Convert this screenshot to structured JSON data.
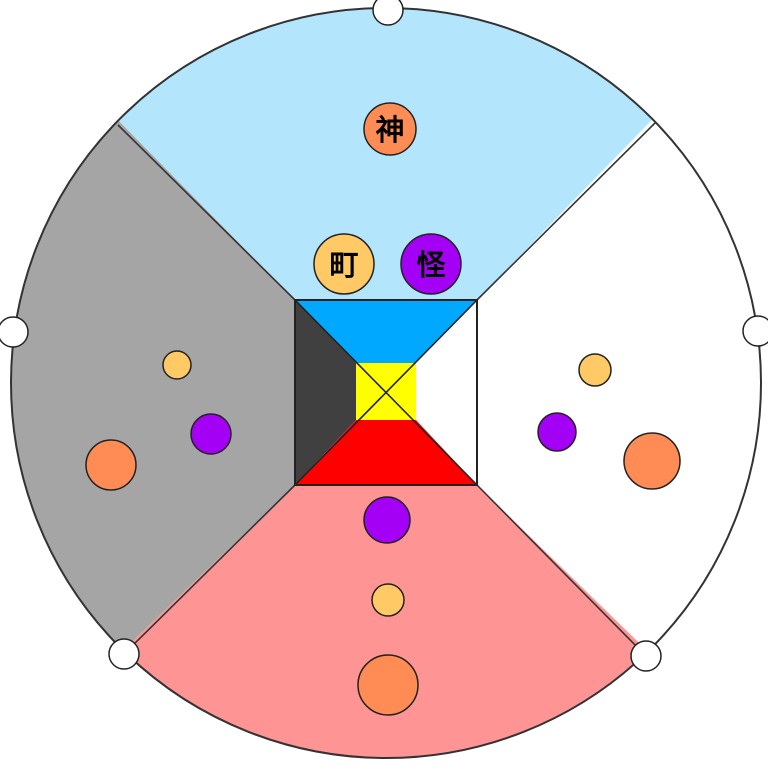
{
  "board": {
    "colors": {
      "top_sector": "#b3e5fc",
      "right_sector": "#ffffff",
      "bottom_sector": "#fe9594",
      "left_sector": "#a5a5a5",
      "center_top": "#00a8ff",
      "center_right": "#ffffff",
      "center_bottom": "#ff0000",
      "center_left": "#404040",
      "center_core": "#ffff00",
      "outline": "#333333"
    }
  },
  "tokens": {
    "top_large": {
      "label": "神",
      "color": "#ff8c55",
      "icon": "orange-large-token"
    },
    "top_medium_left": {
      "label": "町",
      "color": "#ffc966",
      "icon": "yellow-medium-token"
    },
    "top_medium_right": {
      "label": "怪",
      "color": "#a400f6",
      "icon": "purple-medium-token"
    },
    "colors": {
      "orange": "#ff8c55",
      "yellow": "#ffc966",
      "purple": "#a400f6"
    }
  }
}
